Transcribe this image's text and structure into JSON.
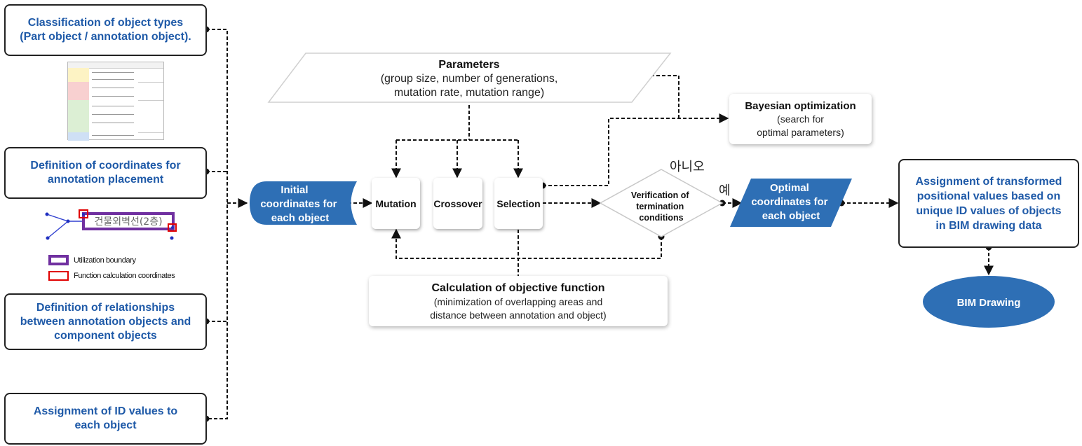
{
  "left_steps": [
    "Classification of object types\n(Part object / annotation object).",
    "Definition of coordinates for\nannotation placement",
    "Definition of relationships\nbetween annotation objects and\ncomponent objects",
    "Assignment of ID values to\neach object"
  ],
  "legend": {
    "utilization_boundary": "Utilization boundary",
    "function_calc": "Function calculation coordinates",
    "sample_label": "건물외벽선(2층)"
  },
  "parameters": {
    "title": "Parameters",
    "lines": [
      "(group size, number of generations,",
      "mutation rate, mutation range)"
    ]
  },
  "bayesian": {
    "title": "Bayesian optimization",
    "lines": [
      "(search for",
      "optimal parameters)"
    ]
  },
  "initial": "Initial\ncoordinates for\neach object",
  "ops": {
    "mutation": "Mutation",
    "crossover": "Crossover",
    "selection": "Selection"
  },
  "verification": "Verification of\ntermination\nconditions",
  "decision": {
    "no": "아니오",
    "yes": "예"
  },
  "optimal": "Optimal\ncoordinates for\neach object",
  "objective": {
    "title": "Calculation of objective function",
    "lines": [
      "(minimization of overlapping areas and",
      "distance between annotation and object)"
    ]
  },
  "assignment": "Assignment of transformed\npositional values based on\nunique ID values of objects\nin BIM drawing data",
  "bim": "BIM Drawing",
  "colors": {
    "accent_blue": "#2e6fb5",
    "text_blue": "#1f5aa8",
    "purple": "#7030a0",
    "red": "#e00000"
  }
}
